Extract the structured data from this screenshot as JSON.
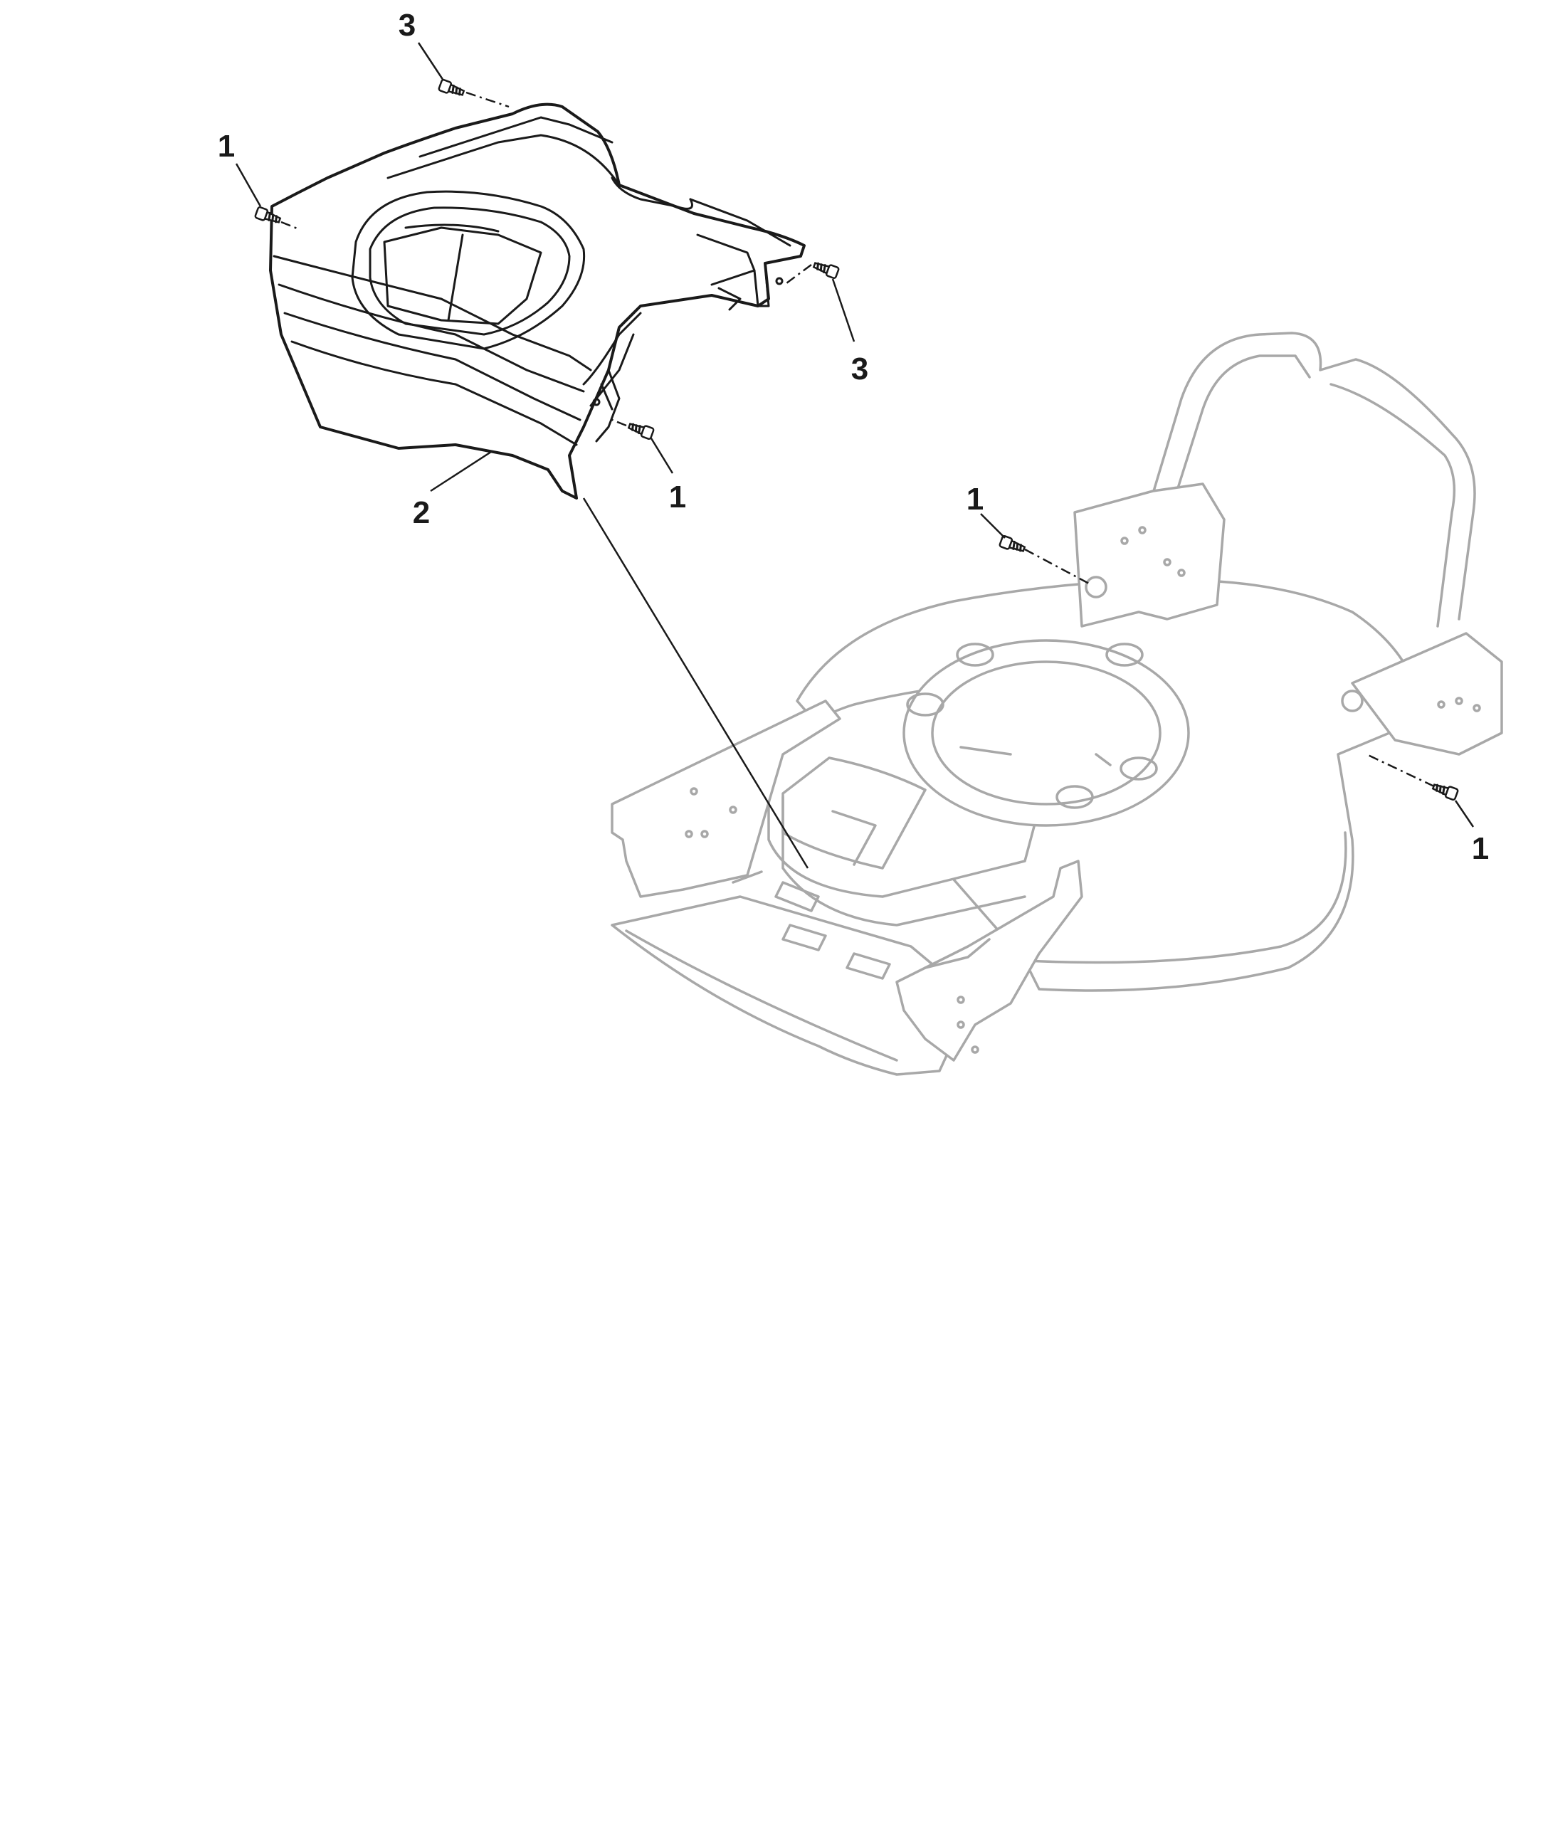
{
  "callouts": [
    {
      "id": "c3a",
      "label": "3"
    },
    {
      "id": "c1a",
      "label": "1"
    },
    {
      "id": "c3b",
      "label": "3"
    },
    {
      "id": "c1b",
      "label": "1"
    },
    {
      "id": "c2",
      "label": "2"
    },
    {
      "id": "c1c",
      "label": "1"
    },
    {
      "id": "c1d",
      "label": "1"
    }
  ],
  "parts": [
    {
      "number": "1",
      "icon": "screw-icon"
    },
    {
      "number": "2",
      "icon": "engine-cover-icon"
    },
    {
      "number": "3",
      "icon": "screw-icon"
    }
  ],
  "colors": {
    "ink": "#1a1a1a",
    "ghost": "#a8a8a8",
    "background": "#ffffff"
  }
}
